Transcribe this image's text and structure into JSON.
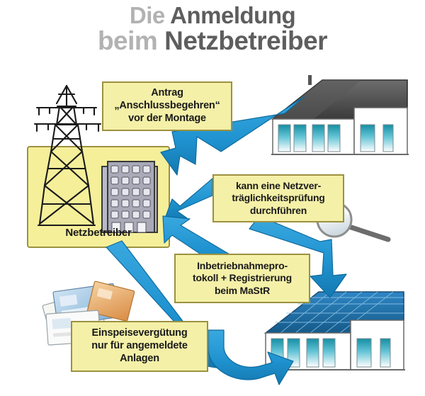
{
  "title": {
    "line1_light": "Die ",
    "line1_dark": "Anmeldung",
    "line2_light": "beim ",
    "line2_dark": "Netzbetreiber"
  },
  "colors": {
    "arrow_blue": "#1f93d0",
    "arrow_blue_dark": "#1072a8",
    "box_fill": "#f4f0a8",
    "box_border": "#9c9140",
    "panel_fill": "#f5ef9a",
    "panel_border": "#9c9140",
    "roof_dark": "#4a4a4a",
    "solar_blue": "#1f6fa8",
    "building_gray": "#9b9bab",
    "pylon_dark": "#1a1a1a",
    "title_light": "#b2b2b2",
    "title_dark": "#5e5e5e",
    "window_teal": "#1fa3b5"
  },
  "panel": {
    "name": "netzbetreiber-panel",
    "caption": "Netzbetreiber",
    "icons": [
      "power-pylon-icon",
      "office-building-icon"
    ]
  },
  "boxes": [
    {
      "id": "box-antrag",
      "name": "label-box-antrag",
      "lines": [
        "Antrag",
        "„Anschlussbegehren“",
        "vor der Montage"
      ]
    },
    {
      "id": "box-netzvert",
      "name": "label-box-netzvertraeglichkeit",
      "lines": [
        "kann eine Netzver-",
        "träglichkeitsprüfung",
        "durchführen"
      ]
    },
    {
      "id": "box-inbetrieb",
      "name": "label-box-inbetriebnahme",
      "lines": [
        "Inbetriebnahmepro-",
        "tokoll + Registrierung",
        "beim MaStR"
      ]
    },
    {
      "id": "box-einspeise",
      "name": "label-box-einspeiseverguetung",
      "lines": [
        "Einspeisevergütung",
        "nur für angemeldete",
        "Anlagen"
      ]
    }
  ],
  "illustrations": [
    {
      "name": "house-without-solar-icon",
      "label": "Haus ohne Solaranlage"
    },
    {
      "name": "house-with-solar-panels-icon",
      "label": "Haus mit Solaranlage"
    },
    {
      "name": "magnifying-glass-icon",
      "label": "Lupe"
    },
    {
      "name": "euro-banknotes-icon",
      "label": "Euro-Geldscheine"
    },
    {
      "name": "power-pylon-icon",
      "label": "Strommast"
    },
    {
      "name": "office-building-icon",
      "label": "Bürogebäude"
    }
  ],
  "arrows": [
    {
      "name": "arrow-house-to-netzbetreiber",
      "from": "house-without-solar",
      "to": "netzbetreiber-panel"
    },
    {
      "name": "arrow-netzvertraeglichkeit-to-netzbetreiber",
      "from": "box-netzvert",
      "to": "netzbetreiber-panel"
    },
    {
      "name": "arrow-inbetriebnahme-to-netzbetreiber",
      "from": "box-inbetrieb",
      "to": "netzbetreiber-panel"
    },
    {
      "name": "arrow-netzbetreiber-to-einspeiseverguetung",
      "from": "netzbetreiber-panel",
      "to": "box-einspeise"
    },
    {
      "name": "arrow-pruefung-to-solar-house",
      "from": "box-netzvert",
      "to": "house-with-solar"
    },
    {
      "name": "arrow-einspeiseverguetung-to-solar-house",
      "from": "box-einspeise",
      "to": "house-with-solar"
    }
  ]
}
